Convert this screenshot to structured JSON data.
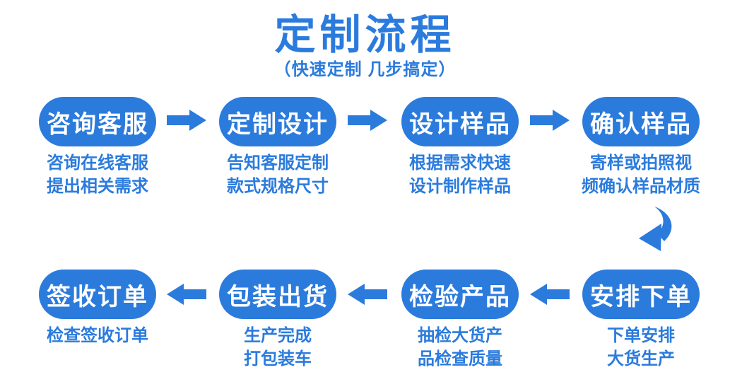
{
  "colors": {
    "primary_blue": "#2b7bdd",
    "text_white": "#ffffff",
    "page_bg": "#ffffff"
  },
  "header": {
    "title": "定制流程",
    "subtitle": "（快速定制 几步搞定）"
  },
  "steps": [
    {
      "label": "咨询客服",
      "desc1": "咨询在线客服",
      "desc2": "提出相关需求"
    },
    {
      "label": "定制设计",
      "desc1": "告知客服定制",
      "desc2": "款式规格尺寸"
    },
    {
      "label": "设计样品",
      "desc1": "根据需求快速",
      "desc2": "设计制作样品"
    },
    {
      "label": "确认样品",
      "desc1": "寄样或拍照视",
      "desc2": "频确认样品材质"
    },
    {
      "label": "安排下单",
      "desc1": "下单安排",
      "desc2": "大货生产"
    },
    {
      "label": "检验产品",
      "desc1": "抽检大货产",
      "desc2": "品检查质量"
    },
    {
      "label": "包装出货",
      "desc1": "生产完成",
      "desc2": "打包装车"
    },
    {
      "label": "签收订单",
      "desc1": "检查签收订单",
      "desc2": ""
    }
  ],
  "icons": {
    "right_arrow": "arrow-right-icon",
    "left_arrow": "arrow-left-icon",
    "turn_arrow": "curved-down-left-arrow-icon"
  }
}
